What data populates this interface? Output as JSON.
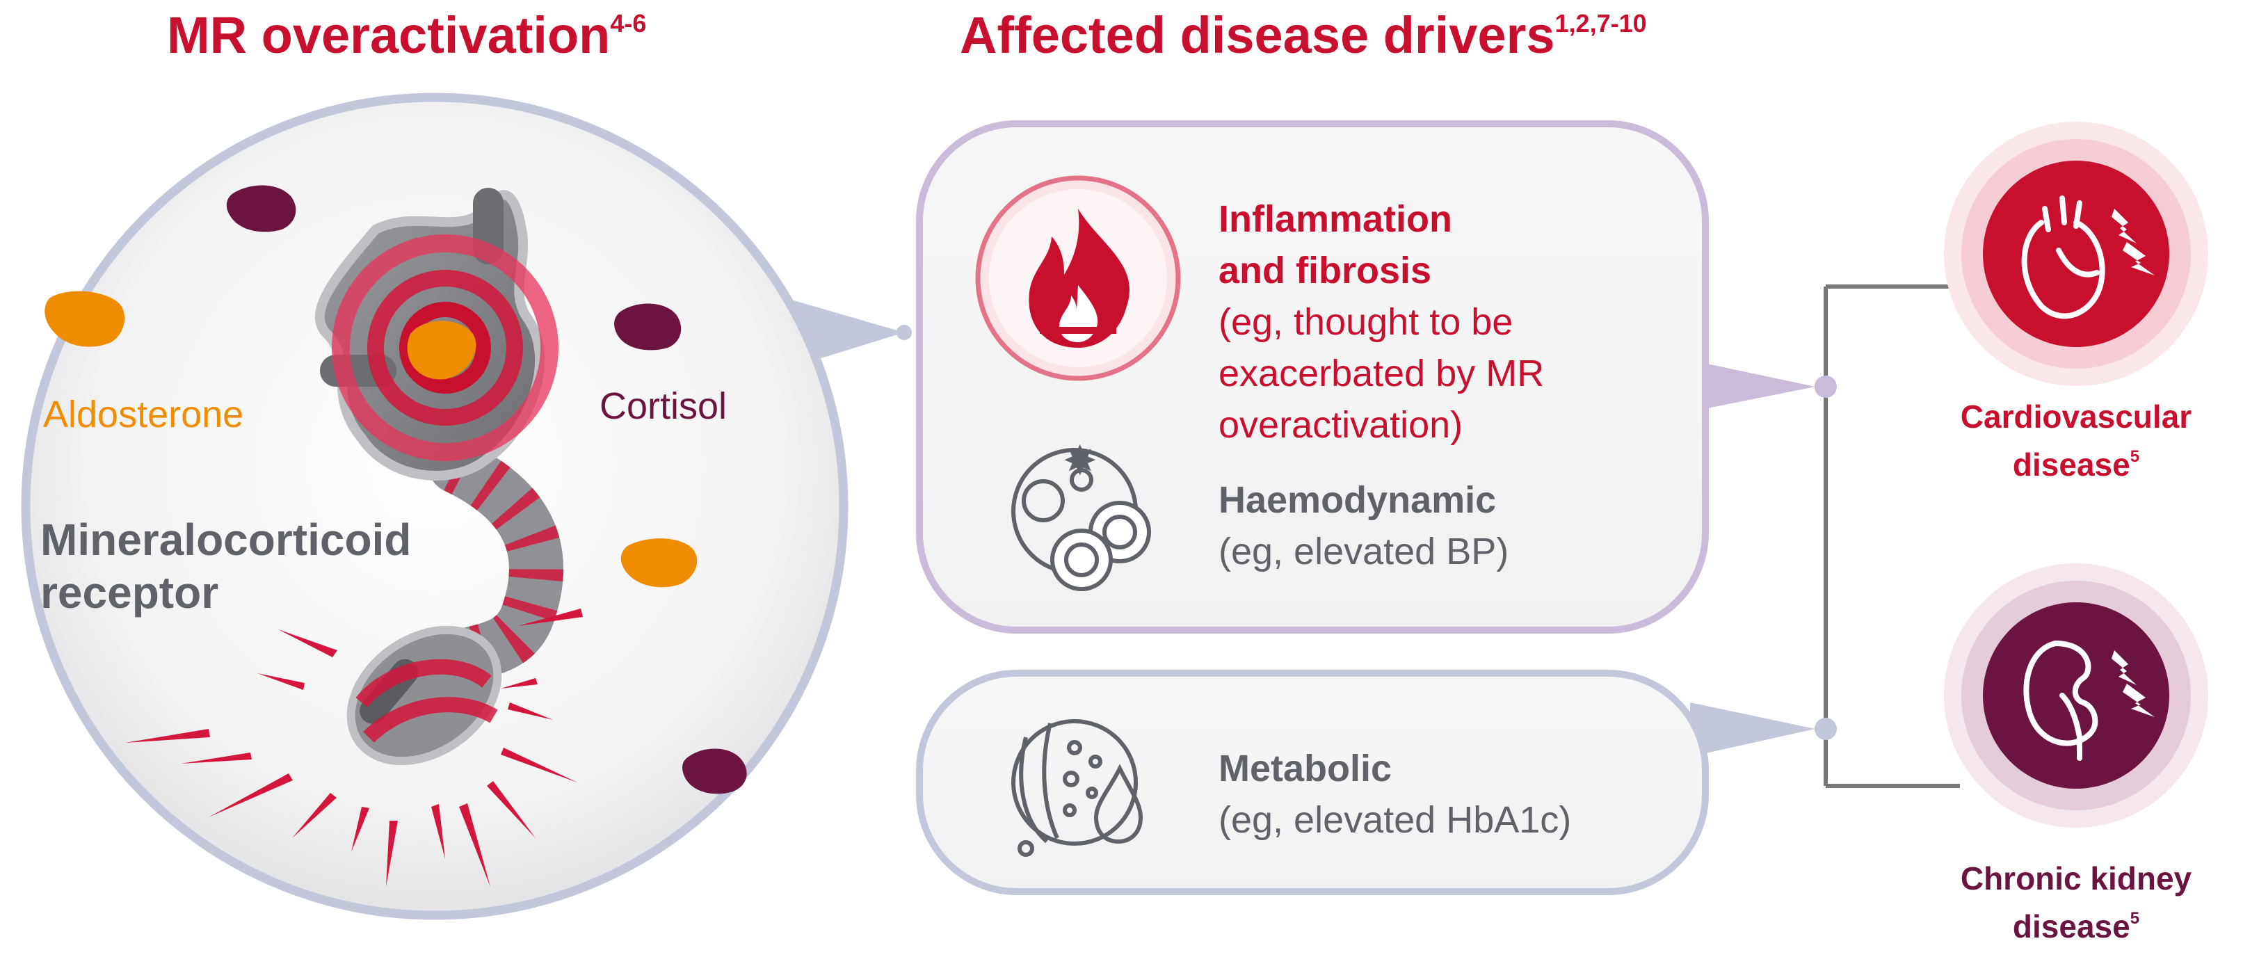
{
  "left_panel": {
    "title": "MR overactivation",
    "title_refs": "4-6",
    "aldosterone_label": "Aldosterone",
    "cortisol_label": "Cortisol",
    "receptor_label_line1": "Mineralocorticoid",
    "receptor_label_line2": "receptor"
  },
  "drivers_panel": {
    "title": "Affected disease drivers",
    "title_refs": "1,2,7-10",
    "inflammation": {
      "title_line1": "Inflammation",
      "title_line2": "and fibrosis",
      "desc_line1": "(eg, thought to be",
      "desc_line2": "exacerbated by MR",
      "desc_line3": "overactivation)",
      "icon": "flame-icon"
    },
    "haemodynamic": {
      "title": "Haemodynamic",
      "desc": "(eg, elevated BP)",
      "icon": "blood-cells-icon"
    },
    "metabolic": {
      "title": "Metabolic",
      "desc": "(eg, elevated HbA1c)",
      "icon": "blood-vessel-droplet-icon"
    }
  },
  "outcomes": {
    "cardiovascular": {
      "line1": "Cardiovascular",
      "line2": "disease",
      "ref": "5",
      "icon": "heart-icon",
      "color": "#c8102e"
    },
    "kidney": {
      "line1": "Chronic kidney",
      "line2": "disease",
      "ref": "5",
      "icon": "kidney-icon",
      "color": "#6b1440"
    }
  },
  "colors": {
    "accent_red": "#c8102e",
    "plum": "#6b1440",
    "orange": "#f08c00",
    "grey_text": "#5f6268",
    "outline_lavender": "#c9bbd9",
    "outline_blue_grey": "#c3c7db",
    "connector": "#777777"
  }
}
